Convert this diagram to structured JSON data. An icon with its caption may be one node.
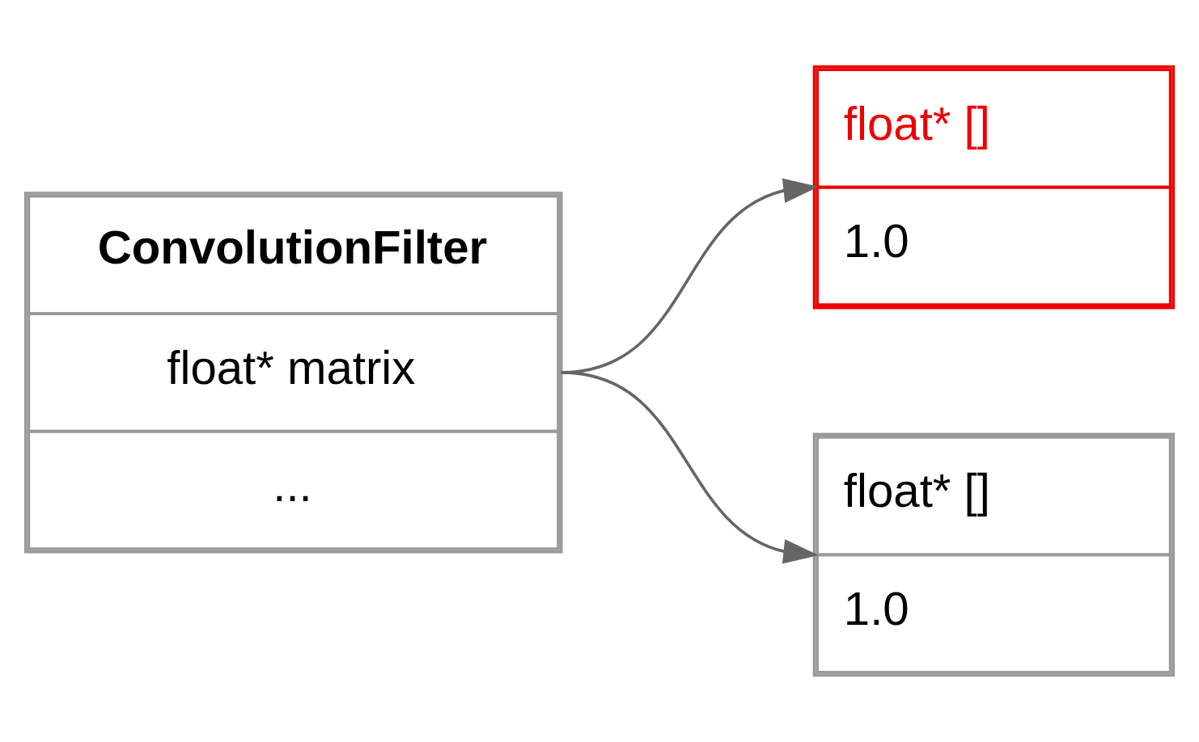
{
  "diagram": {
    "nodes": [
      {
        "text": [
          "ConvolutionFilter",
          "float* matrix",
          "..."
        ]
      },
      {
        "text": [
          "float* []",
          "1.0"
        ]
      },
      {
        "text": [
          "float* []",
          "1.0"
        ]
      }
    ],
    "edges": [
      {
        "from": 0,
        "to": 1,
        "arrow": "to"
      },
      {
        "from": 0,
        "to": 2,
        "arrow": "to"
      }
    ]
  }
}
